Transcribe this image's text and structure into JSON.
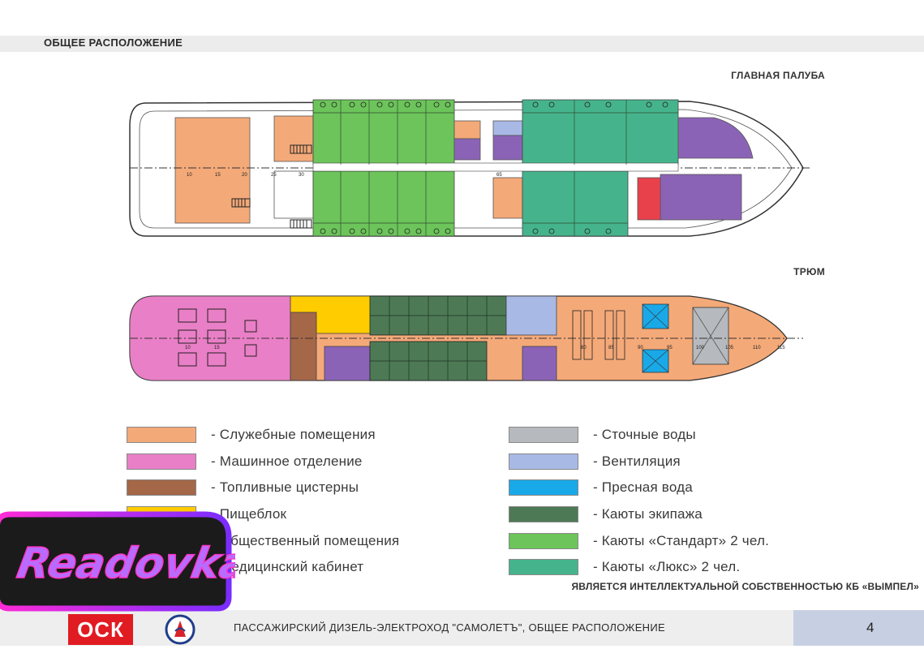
{
  "page": {
    "title": "ОБЩЕЕ РАСПОЛОЖЕНИЕ",
    "ip_note": "ЯВЛЯЕТСЯ ИНТЕЛЛЕКТУАЛЬНОЙ СОБСТВЕННОСТЬЮ КБ «ВЫМПЕЛ»"
  },
  "decks": {
    "main": {
      "label": "ГЛАВНАЯ ПАЛУБА",
      "frames": [
        "10",
        "15",
        "20",
        "25",
        "30",
        "65"
      ]
    },
    "hold": {
      "label": "ТРЮМ",
      "frames": [
        "10",
        "15",
        "80",
        "85",
        "90",
        "95",
        "100",
        "105",
        "110",
        "115"
      ]
    }
  },
  "colors": {
    "service": "#f4a978",
    "engine": "#e97fc6",
    "fuel": "#a46748",
    "galley": "#ffcc00",
    "public": "#1a1a1a",
    "medical": "#3a3a3a",
    "sewage": "#b6b9bd",
    "ventilation": "#a9b9e6",
    "fresh_water": "#19a9e8",
    "crew": "#4d7a55",
    "standard": "#6cc45a",
    "lux": "#45b48c",
    "red_room": "#e8414b",
    "purple": "#8b63b6"
  },
  "legend": {
    "left": [
      {
        "label": "- Служебные помещения",
        "color": "#f4a978"
      },
      {
        "label": "- Машинное отделение",
        "color": "#e97fc6"
      },
      {
        "label": "- Топливные цистерны",
        "color": "#a46748"
      },
      {
        "label": "- Пищеблок",
        "color": "#ffcc00"
      },
      {
        "label": "- Общественный помещения",
        "color": "#1a1a1a"
      },
      {
        "label": "- Медицинский кабинет",
        "color": "#3a3a3a"
      }
    ],
    "right": [
      {
        "label": "- Сточные воды",
        "color": "#b6b9bd"
      },
      {
        "label": "- Вентиляция",
        "color": "#a9b9e6"
      },
      {
        "label": "- Пресная вода",
        "color": "#19a9e8"
      },
      {
        "label": "- Каюты экипажа",
        "color": "#4d7a55"
      },
      {
        "label": "- Каюты «Стандарт» 2 чел.",
        "color": "#6cc45a"
      },
      {
        "label": "- Каюты «Люкс» 2 чел.",
        "color": "#45b48c"
      }
    ]
  },
  "footer": {
    "company_logo": "ОСК",
    "caption": "ПАССАЖИРСКИЙ ДИЗЕЛЬ-ЭЛЕКТРОХОД \"САМОЛЕТЪ\", ОБЩЕЕ РАСПОЛОЖЕНИЕ",
    "page_number": "4"
  },
  "watermark": {
    "text": "Readovka"
  }
}
